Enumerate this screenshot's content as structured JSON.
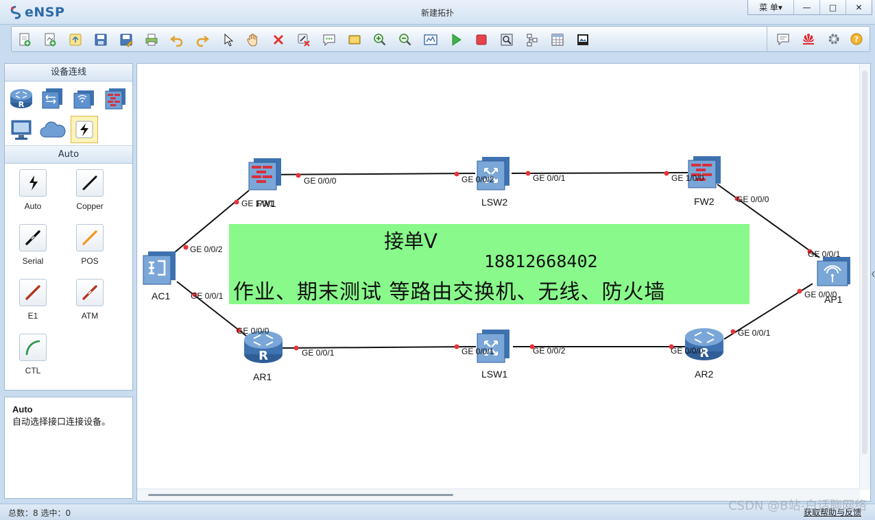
{
  "app": {
    "brand": "eNSP",
    "window_title": "新建拓扑",
    "menu_label": "菜 单▾",
    "minimize_glyph": "—",
    "maximize_glyph": "□",
    "close_glyph": "✕"
  },
  "toolbar": {
    "icons": [
      "new-topology-icon",
      "new-lab-icon",
      "open-icon",
      "save-icon",
      "save-as-icon",
      "print-icon",
      "undo-icon",
      "redo-icon",
      "select-icon",
      "pan-hand-icon",
      "delete-icon",
      "delete-link-icon",
      "add-text-icon",
      "add-shape-icon",
      "zoom-in-icon",
      "zoom-out-icon",
      "fit-icon",
      "start-device-icon",
      "stop-device-icon",
      "capture-icon",
      "topology-icon",
      "table-icon",
      "screenshot-icon"
    ],
    "right_icons": [
      "chat-icon",
      "huawei-logo-icon",
      "settings-icon",
      "help-icon"
    ]
  },
  "left_panel": {
    "device_header": "设备连线",
    "devices": [
      "router-icon",
      "switch-icon",
      "wireless-icon",
      "firewall-icon",
      "pc-icon",
      "cloud-icon",
      "connection-icon"
    ],
    "connections_header": "Auto",
    "connections": [
      {
        "label": "Auto",
        "color": "#111111"
      },
      {
        "label": "Copper",
        "color": "#111111"
      },
      {
        "label": "Serial",
        "color": "#111111"
      },
      {
        "label": "POS",
        "color": "#f39a27"
      },
      {
        "label": "E1",
        "color": "#b8341e"
      },
      {
        "label": "ATM",
        "color": "#b8341e"
      },
      {
        "label": "CTL",
        "color": "#2e9a4c"
      }
    ],
    "info_title": "Auto",
    "info_desc": "自动选择接口连接设备。"
  },
  "topology": {
    "devices": [
      {
        "name": "FW1",
        "type": "firewall"
      },
      {
        "name": "LSW2",
        "type": "switch"
      },
      {
        "name": "FW2",
        "type": "firewall"
      },
      {
        "name": "AC1",
        "type": "ac"
      },
      {
        "name": "AP1",
        "type": "ap"
      },
      {
        "name": "AR1",
        "type": "router"
      },
      {
        "name": "LSW1",
        "type": "switch"
      },
      {
        "name": "AR2",
        "type": "router"
      }
    ],
    "port_labels": [
      "GE 1/0/1",
      "GE 0/0/0",
      "GE 0/0/2",
      "GE 0/0/1",
      "GE 1/0/0",
      "GE 0/0/0",
      "GE 0/0/2",
      "GE 0/0/1",
      "GE 0/0/1",
      "GE 0/0/0",
      "GE 0/0/0",
      "GE 0/0/1",
      "GE 0/0/1",
      "GE 0/0/2",
      "GE 0/0/0",
      "GE 0/0/1"
    ],
    "link_color": "#111111",
    "port_dot_color": "#e8323a"
  },
  "banner": {
    "line1": "接单V",
    "line2": "18812668402",
    "line3": "作业、期末测试 等路由交换机、无线、防火墙",
    "color": "#88f98a"
  },
  "status": {
    "summary": "总数：8 选中：0",
    "feedback_link": "获取帮助与反馈"
  },
  "watermark": "CSDN @B站-白话聊网络"
}
